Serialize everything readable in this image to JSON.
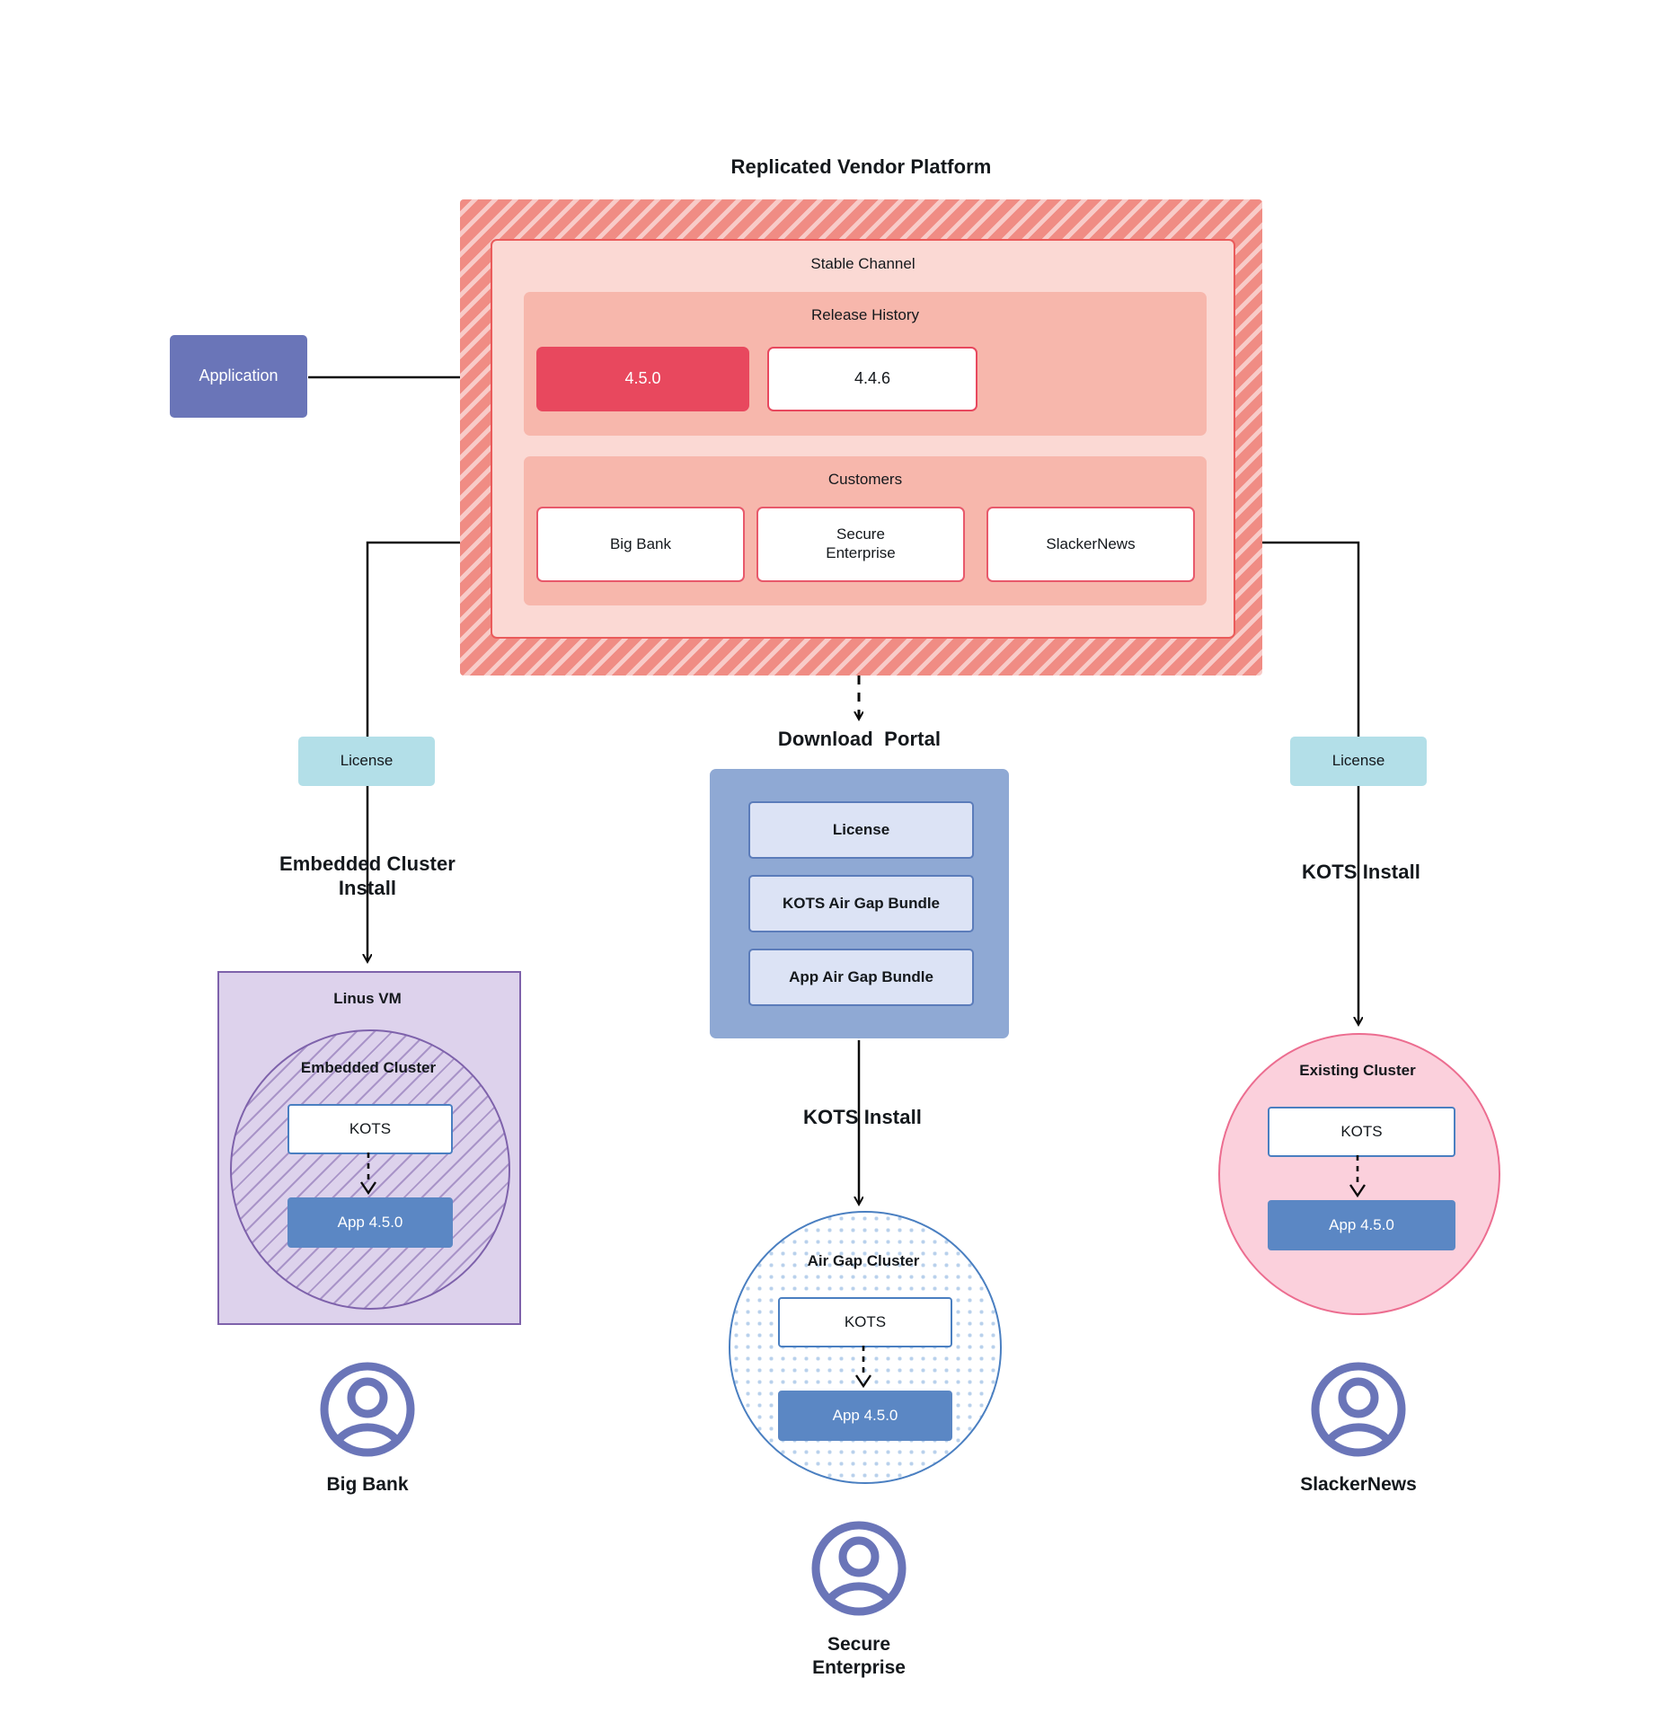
{
  "diagram": {
    "title": "Replicated Vendor Platform",
    "platform": {
      "channel_title": "Stable Channel",
      "release_history": {
        "title": "Release History",
        "releases": [
          {
            "version": "4.5.0",
            "state": "current"
          },
          {
            "version": "4.4.6",
            "state": "previous"
          }
        ]
      },
      "customers": {
        "title": "Customers",
        "items": [
          {
            "name": "Big Bank"
          },
          {
            "name": "Secure\nEnterprise"
          },
          {
            "name": "SlackerNews"
          }
        ]
      }
    },
    "application_node": {
      "label": "Application"
    },
    "licenses": [
      {
        "id": "license-left",
        "label": "License"
      },
      {
        "id": "license-right",
        "label": "License"
      }
    ],
    "download_portal": {
      "title": "Download  Portal",
      "items": [
        {
          "label": "License"
        },
        {
          "label": "KOTS Air Gap Bundle"
        },
        {
          "label": "App Air Gap Bundle"
        }
      ]
    },
    "install_paths": [
      {
        "id": "path-left",
        "label": "Embedded Cluster\nInstall"
      },
      {
        "id": "path-center",
        "label": "KOTS Install"
      },
      {
        "id": "path-right",
        "label": "KOTS Install"
      }
    ],
    "targets": {
      "left": {
        "outer_label": "Linus VM",
        "inner_label": "Embedded Cluster",
        "kots_label": "KOTS",
        "app_label": "App 4.5.0"
      },
      "center": {
        "inner_label": "Air Gap Cluster",
        "kots_label": "KOTS",
        "app_label": "App 4.5.0"
      },
      "right": {
        "inner_label": "Existing Cluster",
        "kots_label": "KOTS",
        "app_label": "App 4.5.0"
      }
    },
    "personas": [
      {
        "id": "persona-big-bank",
        "label": "Big Bank",
        "icon": "user-avatar-icon"
      },
      {
        "id": "persona-secure",
        "label": "Secure\nEnterprise",
        "icon": "user-avatar-icon"
      },
      {
        "id": "persona-slacker",
        "label": "SlackerNews",
        "icon": "user-avatar-icon"
      }
    ],
    "colors": {
      "platform_hatch": "#f08c84",
      "channel_fill": "#fbd9d4",
      "band_fill": "#f7b7ac",
      "release_current": "#e8485e",
      "customer_border": "#e8596b",
      "application": "#6a75b8",
      "license_chip": "#b3dfe8",
      "portal_fill": "#8fa9d4",
      "portal_item": "#dce3f5",
      "vm_fill": "#ddd2ec",
      "vm_border": "#7e62ab",
      "airgap_border": "#4a7fc1",
      "existing_fill": "#fbd0dc",
      "existing_border": "#ec6d90",
      "app_box": "#5b87c4",
      "persona": "#6a75b8"
    }
  }
}
